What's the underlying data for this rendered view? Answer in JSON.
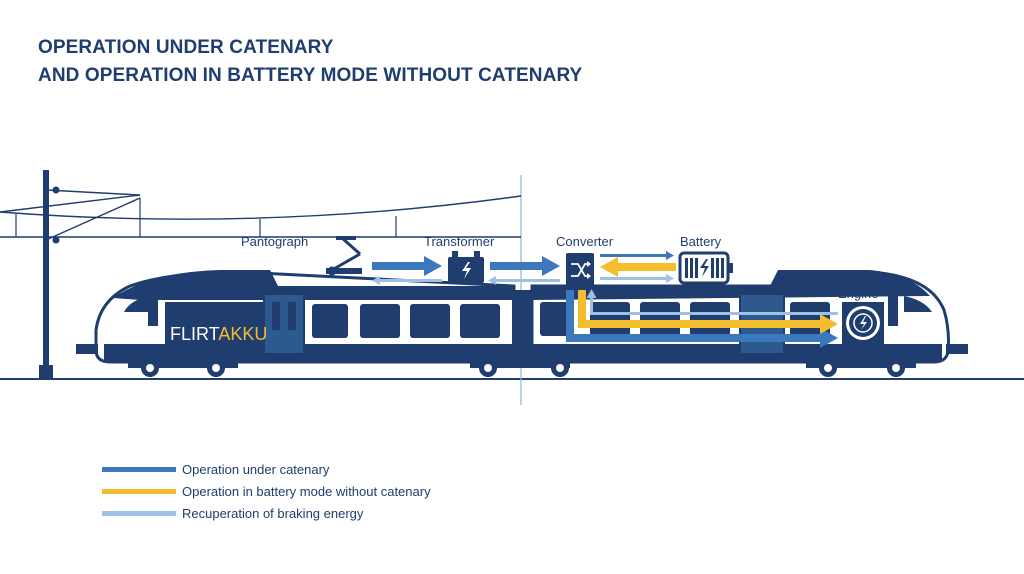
{
  "title": {
    "line1": "OPERATION UNDER CATENARY",
    "line2": "AND OPERATION IN BATTERY MODE WITHOUT CATENARY"
  },
  "components": {
    "pantograph": "Pantograph",
    "transformer": "Transformer",
    "converter": "Converter",
    "battery": "Battery",
    "engine": "Engine"
  },
  "train": {
    "brand_part1": "FLIRT",
    "brand_part2": "AKKU"
  },
  "legend": [
    {
      "label": "Operation under catenary",
      "color": "#3b78bd"
    },
    {
      "label": "Operation in battery mode without catenary",
      "color": "#f3bd2e"
    },
    {
      "label": "Recuperation of braking energy",
      "color": "#9ec0e4"
    }
  ],
  "colors": {
    "navy": "#1f3d6e",
    "catenary": "#3b78bd",
    "battery": "#f3bd2e",
    "recuperation": "#9ec0e4"
  }
}
